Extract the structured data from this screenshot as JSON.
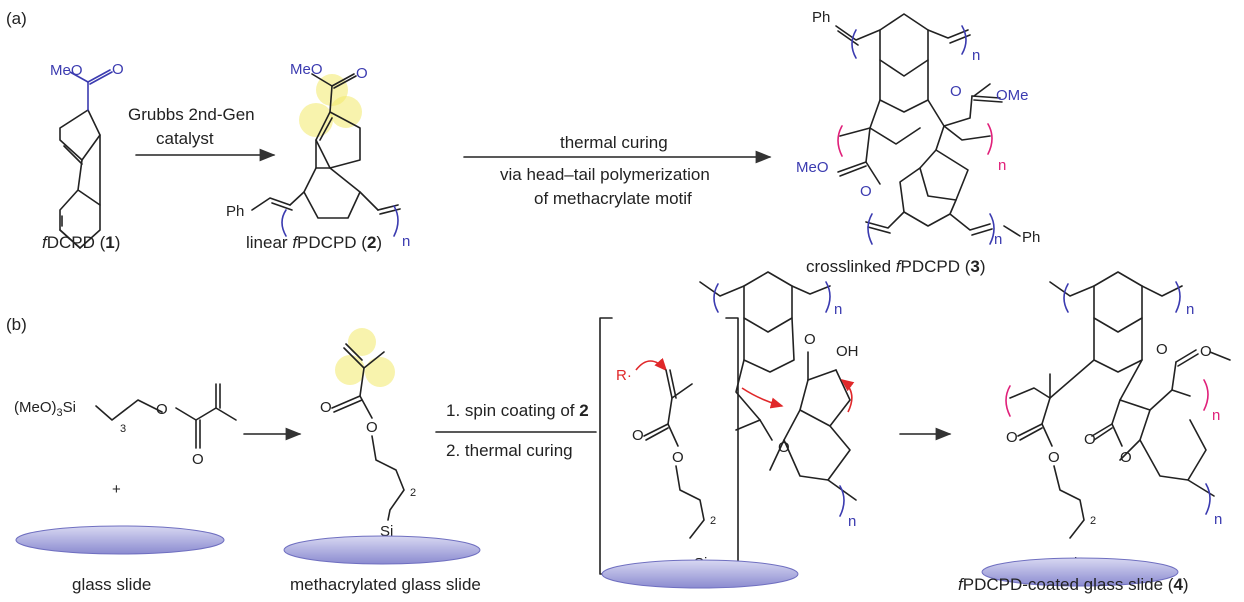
{
  "panel_a": {
    "label": "(a)",
    "reagent_line1": "Grubbs 2nd-Gen",
    "reagent_line2": "catalyst",
    "step2_line1": "thermal curing",
    "step2_line2": "via head–tail polymerization",
    "step2_line3": "of methacrylate motif",
    "monomer": {
      "pre": "f",
      "name": "DCPD (",
      "num": "1",
      "post": ")"
    },
    "linear": {
      "pre": "linear ",
      "f": "f",
      "name": "PDCPD (",
      "num": "2",
      "post": ")"
    },
    "crosslinked": {
      "pre": "crosslinked ",
      "f": "f",
      "name": "PDCPD (",
      "num": "3",
      "post": ")"
    },
    "atoms": {
      "meo": "MeO",
      "o": "O",
      "ph": "Ph",
      "ome": "OMe",
      "n": "n"
    }
  },
  "panel_b": {
    "label": "(b)",
    "silane_prefix": "(MeO)",
    "silane_sub": "3",
    "silane_si": "Si",
    "chain_sub": "3",
    "plus": "+",
    "step1": "1. spin coating of ",
    "step1_num": "2",
    "step2": "2. thermal curing",
    "radical": "R·",
    "oh": "OH",
    "si": "Si",
    "sub2": "2",
    "glass_label": "glass slide",
    "meth_label": "methacrylated glass slide",
    "coated": {
      "f": "f",
      "name": "PDCPD-coated glass slide (",
      "num": "4",
      "post": ")"
    }
  },
  "colors": {
    "blue": "#3b3bb0",
    "magenta": "#e0207a",
    "red": "#e0282a",
    "highlight": "#f2ea6a",
    "slide": "#9a9ad8"
  }
}
